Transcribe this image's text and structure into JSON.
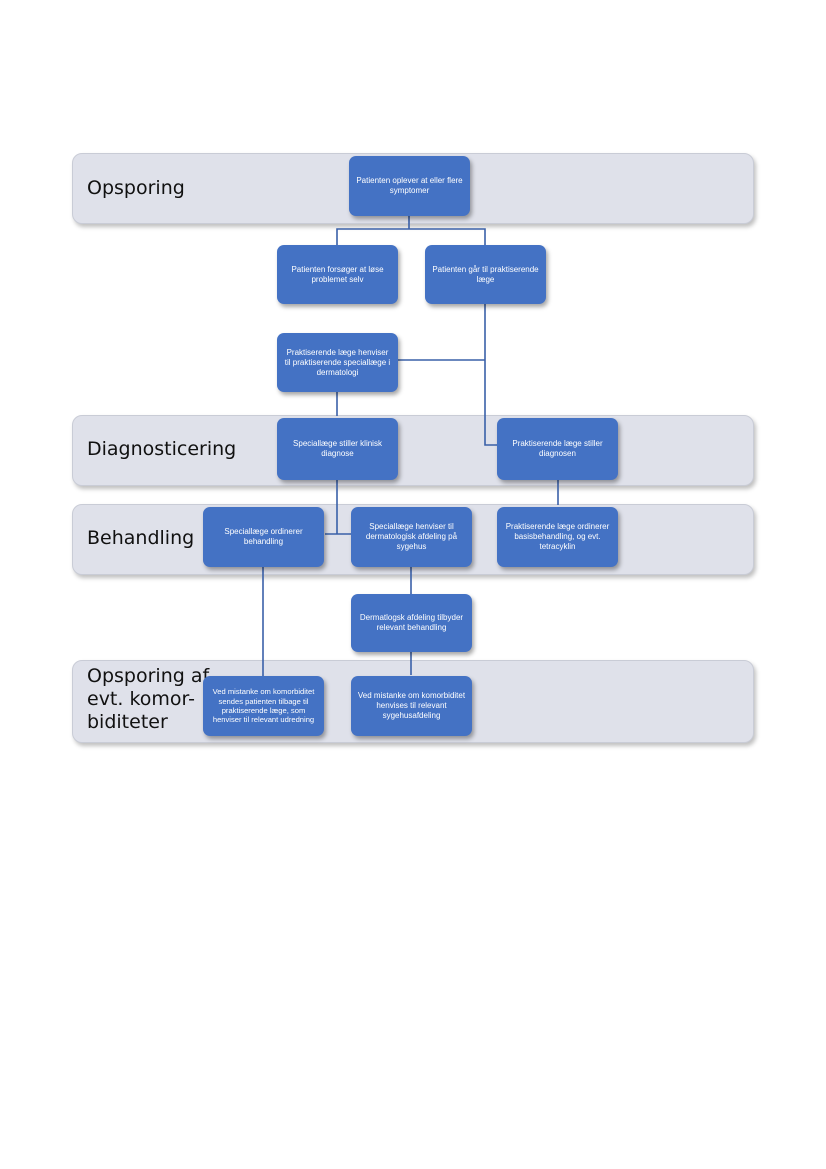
{
  "colors": {
    "band_fill": "#dfe1ea",
    "box_fill": "#4472c4",
    "connector": "#3a60a8",
    "box_text": "#ffffff"
  },
  "bands": {
    "opsporing": "Opsporing",
    "diagnosticering": "Diagnosticering",
    "behandling": "Behandling",
    "komorbiditeter": "Opsporing af\nevt. komor-\nbiditeter"
  },
  "boxes": {
    "symptomer": "Patienten oplever at eller flere symptomer",
    "selv": "Patienten forsøger at løse problemet selv",
    "praktiserende": "Patienten går til praktiserende læge",
    "henviser_special": "Praktiserende læge henviser til praktiserende speciallæge i dermatologi",
    "klinisk_diagnose": "Speciallæge stiller klinisk diagnose",
    "praktiserende_diagnose": "Praktiserende læge stiller diagnosen",
    "special_behandling": "Speciallæge ordinerer behandling",
    "henviser_sygehus": "Speciallæge henviser til dermatologisk afdeling på sygehus",
    "basisbehandling": "Praktiserende læge ordinerer basisbehandling, og evt. tetracyklin",
    "dermatologisk_afdeling": "Dermatlogsk afdeling tilbyder relevant behandling",
    "komorb_tilbage": "Ved mistanke om komorbiditet sendes patienten tilbage til praktiserende læge, som henviser til relevant udredning",
    "komorb_sygehus": "Ved mistanke om komorbiditet henvises til relevant sygehusafdeling"
  }
}
